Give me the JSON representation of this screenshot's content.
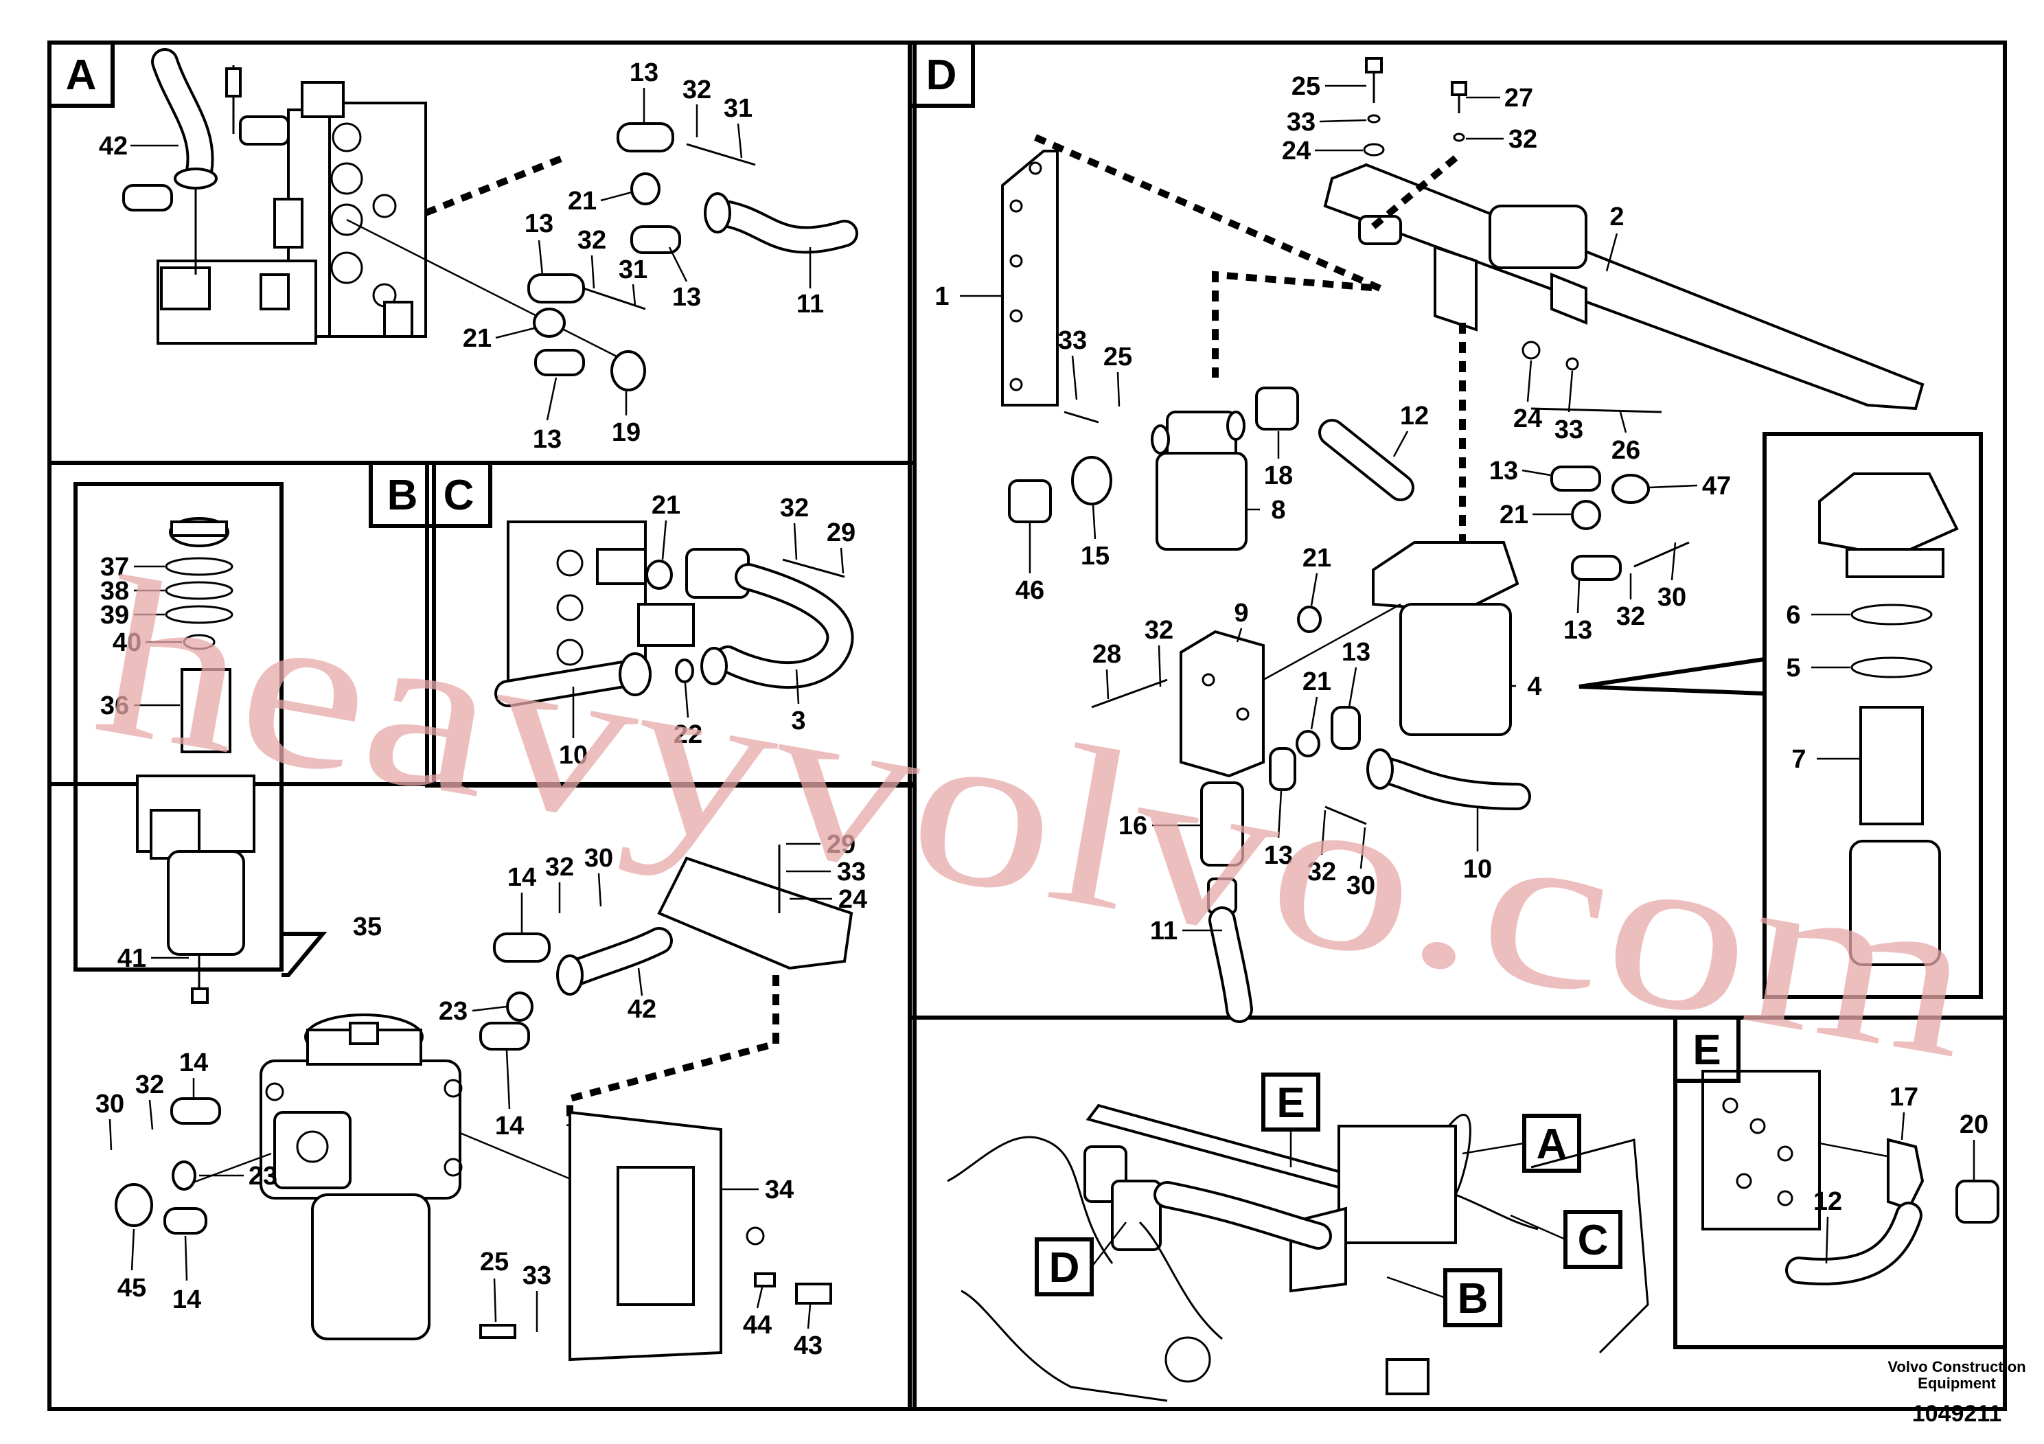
{
  "panels": {
    "A": {
      "tag": "A",
      "callouts": [
        "42",
        "13",
        "32",
        "31",
        "21",
        "13",
        "32",
        "31",
        "13",
        "21",
        "13",
        "19",
        "11"
      ]
    },
    "B": {
      "tag": "B",
      "callouts": [
        "37",
        "38",
        "39",
        "40",
        "36",
        "41",
        "35",
        "14",
        "32",
        "30",
        "23",
        "42",
        "29",
        "33",
        "24",
        "30",
        "32",
        "14",
        "23",
        "45",
        "14",
        "14",
        "34",
        "25",
        "33",
        "44",
        "43"
      ]
    },
    "C": {
      "tag": "C",
      "callouts": [
        "21",
        "32",
        "29",
        "10",
        "22",
        "3"
      ]
    },
    "D": {
      "tag": "D",
      "callouts": [
        "25",
        "27",
        "33",
        "32",
        "24",
        "2",
        "1",
        "33",
        "25",
        "12",
        "18",
        "24",
        "33",
        "26",
        "8",
        "15",
        "46",
        "13",
        "47",
        "21",
        "9",
        "21",
        "32",
        "28",
        "13",
        "21",
        "30",
        "13",
        "32",
        "16",
        "13",
        "32",
        "30",
        "10",
        "11",
        "4",
        "6",
        "5",
        "7"
      ]
    },
    "E": {
      "tag": "E",
      "callouts": [
        "17",
        "20",
        "12"
      ]
    },
    "overview": {
      "tags": [
        "E",
        "A",
        "C",
        "D",
        "B"
      ]
    }
  },
  "footer": {
    "company_line1": "Volvo Construction",
    "company_line2": "Equipment",
    "drawing_number": "1049211"
  },
  "watermark": "heavyvolvo.com"
}
